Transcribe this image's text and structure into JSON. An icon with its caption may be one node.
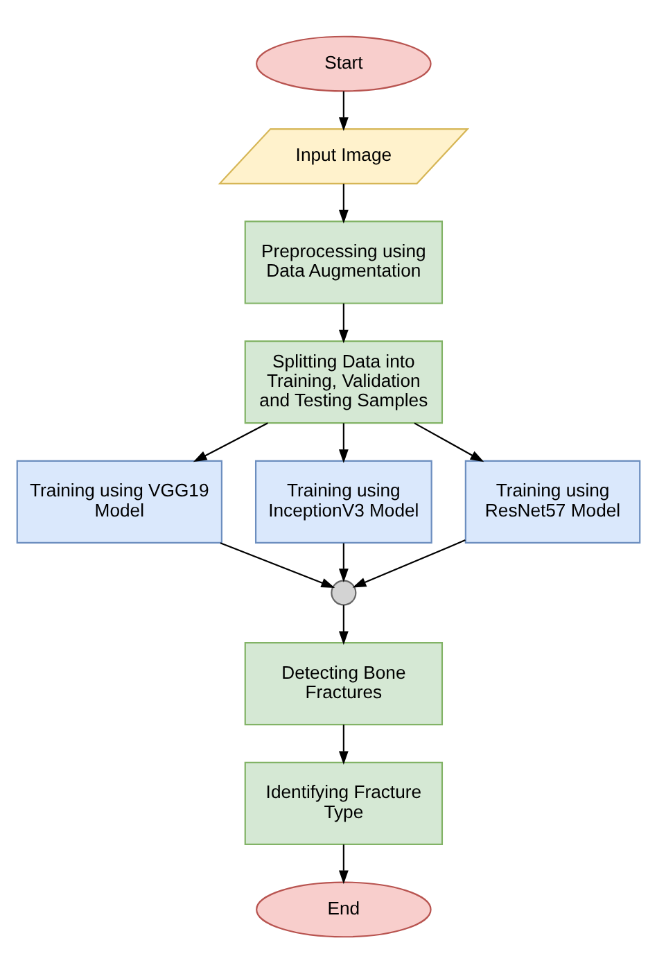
{
  "diagram": {
    "nodes": [
      {
        "text": [
          "Start"
        ]
      },
      {
        "text": [
          "Input Image"
        ]
      },
      {
        "text": [
          "Preprocessing using Data Augmentation"
        ]
      },
      {
        "text": [
          "Splitting Data into Training, Validation and Testing Samples"
        ]
      },
      {
        "text": [
          "Training using VGG19 Model"
        ]
      },
      {
        "text": [
          "Training using InceptionV3 Model"
        ]
      },
      {
        "text": [
          "Training using ResNet57 Model"
        ]
      },
      {
        "text": [],
        "shape": "circle"
      },
      {
        "text": [
          "Detecting Bone Fractures"
        ]
      },
      {
        "text": [
          "Identifying Fracture Type"
        ]
      },
      {
        "text": [
          "End"
        ]
      }
    ],
    "edges": [
      {
        "from": 0,
        "to": 1,
        "arrow": "to"
      },
      {
        "from": 1,
        "to": 2,
        "arrow": "to"
      },
      {
        "from": 2,
        "to": 3,
        "arrow": "to"
      },
      {
        "from": 3,
        "to": 4,
        "arrow": "to"
      },
      {
        "from": 3,
        "to": 5,
        "arrow": "to"
      },
      {
        "from": 3,
        "to": 6,
        "arrow": "to"
      },
      {
        "from": 4,
        "to": 7,
        "arrow": "to"
      },
      {
        "from": 5,
        "to": 7,
        "arrow": "to"
      },
      {
        "from": 6,
        "to": 7,
        "arrow": "to"
      },
      {
        "from": 7,
        "to": 8,
        "arrow": "to"
      },
      {
        "from": 8,
        "to": 9,
        "arrow": "to"
      },
      {
        "from": 9,
        "to": 10,
        "arrow": "to"
      }
    ]
  }
}
